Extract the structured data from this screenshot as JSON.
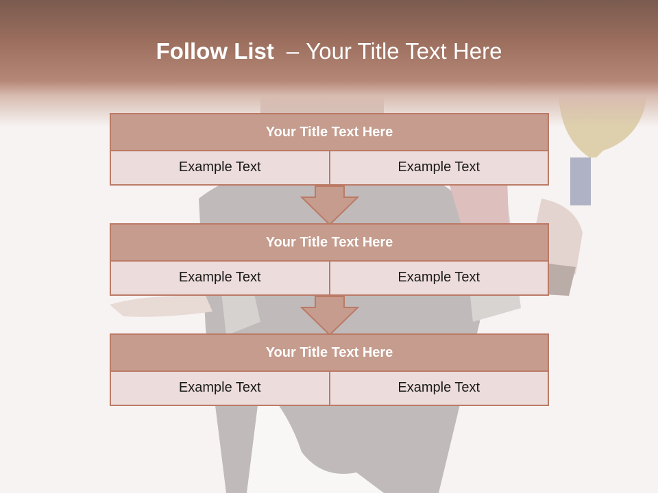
{
  "slide": {
    "title_bold": "Follow List",
    "title_separator": "–",
    "title_rest": "Your Title Text Here",
    "colors": {
      "header": "#9b6e5e",
      "block_title_fill": "#c59c8d",
      "block_border": "#bb7a66",
      "cell_fill": "#ecdcdb"
    },
    "blocks": [
      {
        "title": "Your Title Text Here",
        "left": "Example Text",
        "right": "Example Text"
      },
      {
        "title": "Your Title Text Here",
        "left": "Example Text",
        "right": "Example Text"
      },
      {
        "title": "Your Title Text Here",
        "left": "Example Text",
        "right": "Example Text"
      }
    ]
  }
}
